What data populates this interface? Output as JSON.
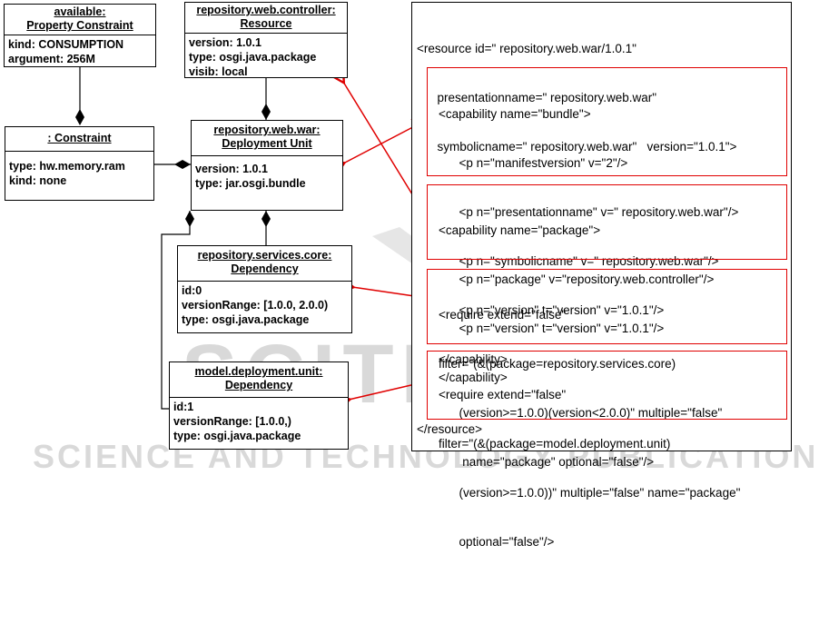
{
  "watermark": {
    "brand": "SCITEPRESS",
    "tagline": "SCIENCE AND TECHNOLOGY PUBLICATIONS"
  },
  "colors": {
    "arrow": "#e00000",
    "box_border": "#e00000",
    "watermark": "#d9d9d9"
  },
  "uml_boxes": {
    "property_constraint": {
      "title_line1": "available:",
      "title_line2": "Property Constraint",
      "attrs": [
        "kind: CONSUMPTION",
        "argument: 256M"
      ]
    },
    "constraint": {
      "title_line1": ": Constraint",
      "attrs": [
        "type: hw.memory.ram",
        "kind: none"
      ]
    },
    "resource": {
      "title_line1": "repository.web.controller:",
      "title_line2": "Resource",
      "attrs": [
        "version: 1.0.1",
        "type: osgi.java.package",
        "visib: local"
      ]
    },
    "deployment_unit": {
      "title_line1": "repository.web.war:",
      "title_line2": "Deployment Unit",
      "attrs": [
        "version: 1.0.1",
        "type: jar.osgi.bundle"
      ]
    },
    "dependency_core": {
      "title_line1": "repository.services.core:",
      "title_line2": "Dependency",
      "attrs": [
        "id:0",
        "versionRange: [1.0.0, 2.0.0)",
        "type: osgi.java.package"
      ]
    },
    "dependency_model": {
      "title_line1": "model.deployment.unit:",
      "title_line2": "Dependency",
      "attrs": [
        "id:1",
        "versionRange:  [1.0.0,)",
        "type: osgi.java.package"
      ]
    }
  },
  "xml": {
    "resource_open": [
      "<resource id=\" repository.web.war/1.0.1\"",
      "      presentationname=\" repository.web.war\"",
      "      symbolicname=\" repository.web.war\"   version=\"1.0.1\">"
    ],
    "cap_bundle": [
      "<capability name=\"bundle\">",
      "      <p n=\"manifestversion\" v=\"2\"/>",
      "      <p n=\"presentationname\" v=\" repository.web.war\"/>",
      "      <p n=\"symbolicname\" v=\" repository.web.war\"/>",
      "      <p n=\"version\" t=\"version\" v=\"1.0.1\"/>",
      "</capability>"
    ],
    "cap_package": [
      "<capability name=\"package\">",
      "      <p n=\"package\" v=\"repository.web.controller\"/>",
      "      <p n=\"version\" t=\"version\" v=\"1.0.1\"/>",
      "</capability>"
    ],
    "req_core": [
      "<require extend=\"false\"",
      "filter=\"(&(package=repository.services.core)",
      "      (version>=1.0.0)(version<2.0.0)\" multiple=\"false\"",
      "       name=\"package\" optional=\"false\"/>"
    ],
    "req_model": [
      "<require extend=\"false\"",
      "filter=\"(&(package=model.deployment.unit)",
      "      (version>=1.0.0))\" multiple=\"false\" name=\"package\"",
      "      optional=\"false\"/>"
    ],
    "resource_close": "</resource>"
  }
}
